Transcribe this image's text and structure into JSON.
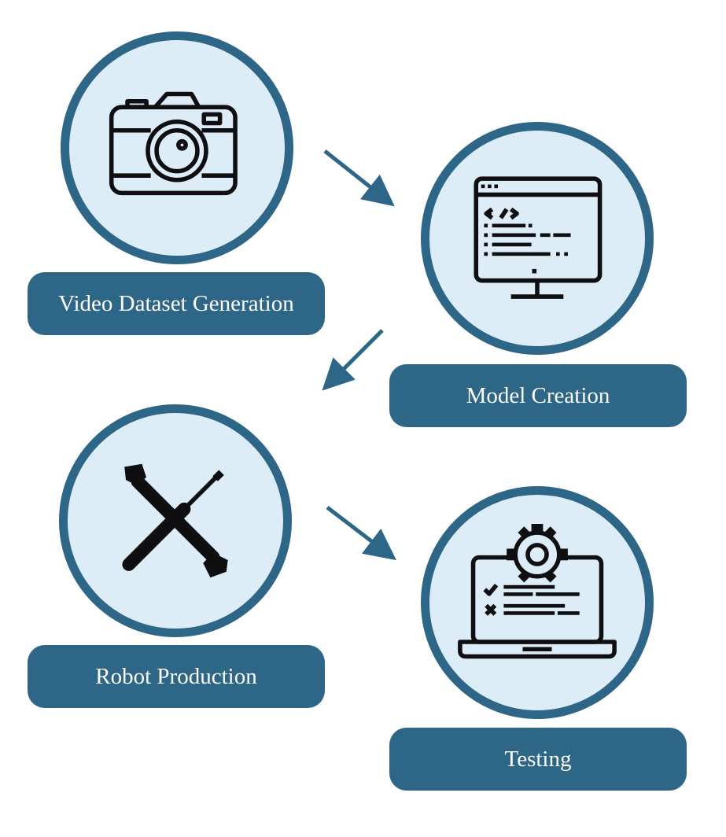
{
  "steps": [
    {
      "label": "Video Dataset Generation",
      "icon": "camera-icon"
    },
    {
      "label": "Model Creation",
      "icon": "code-monitor-icon"
    },
    {
      "label": "Robot Production",
      "icon": "tools-icon"
    },
    {
      "label": "Testing",
      "icon": "laptop-gear-checklist-icon"
    }
  ],
  "colors": {
    "accent": "#2e6688",
    "circle_fill": "#dcedf7",
    "icon": "#0f0f12",
    "label_text": "#ffffff"
  }
}
